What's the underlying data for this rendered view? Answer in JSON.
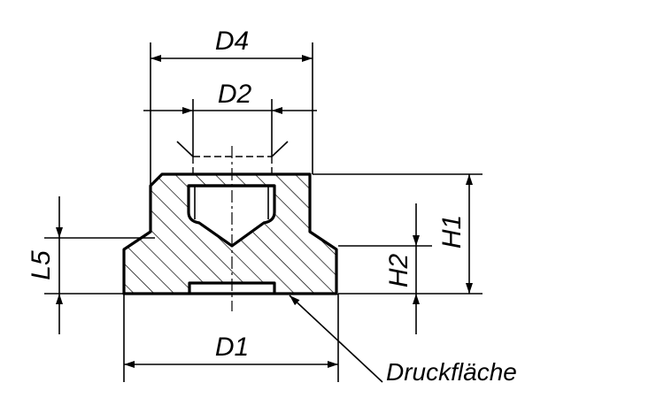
{
  "labels": {
    "d4": "D4",
    "d2": "D2",
    "d1": "D1",
    "h1": "H1",
    "h2": "H2",
    "l5": "L5",
    "druckflaeche": "Druckfläche"
  }
}
